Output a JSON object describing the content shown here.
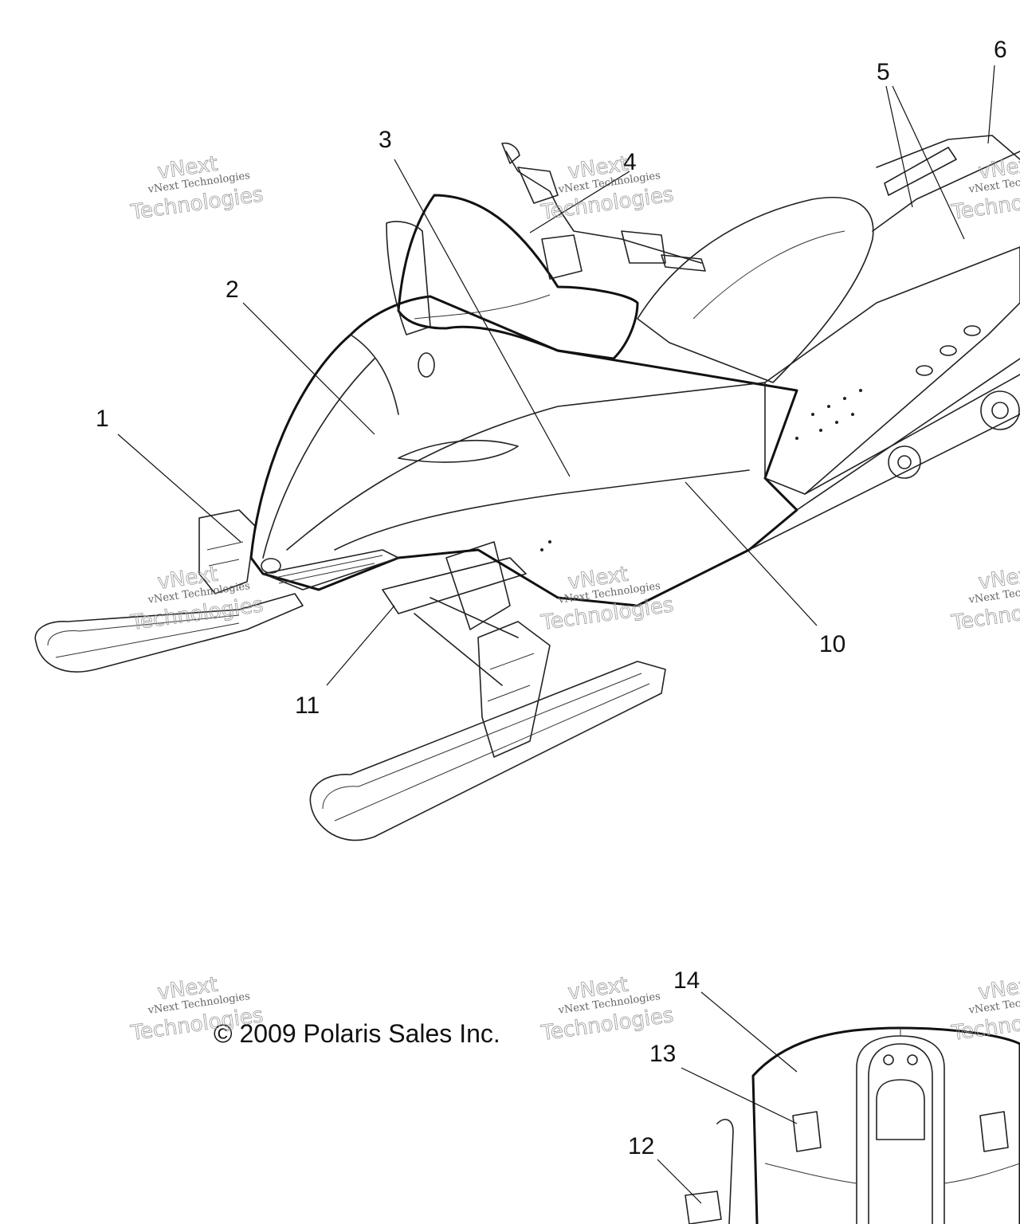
{
  "callouts": [
    {
      "id": "1",
      "label": "1"
    },
    {
      "id": "2",
      "label": "2"
    },
    {
      "id": "3",
      "label": "3"
    },
    {
      "id": "4",
      "label": "4"
    },
    {
      "id": "5",
      "label": "5"
    },
    {
      "id": "6",
      "label": "6"
    },
    {
      "id": "10",
      "label": "10"
    },
    {
      "id": "11",
      "label": "11"
    },
    {
      "id": "12",
      "label": "12"
    },
    {
      "id": "13",
      "label": "13"
    },
    {
      "id": "14",
      "label": "14"
    }
  ],
  "copyright": "© 2009 Polaris Sales Inc.",
  "watermark": {
    "line1": "vNext Technologies",
    "line2": "Technologies",
    "line3": "vNext"
  }
}
